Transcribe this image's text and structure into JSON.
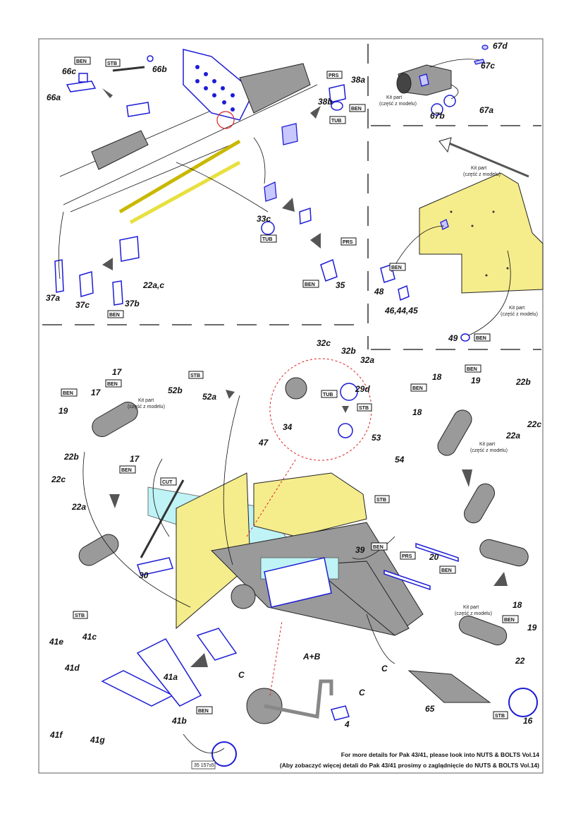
{
  "footer": {
    "note_en": "For more details for Pak 43/41, please look into NUTS & BOLTS Vol.14",
    "note_pl": "(Aby zobaczyć więcej detali do Pak 43/41 prosimy o zaglądnięcie do NUTS & BOLTS Vol.14)",
    "code": "35 157s5"
  },
  "kit_part": {
    "en": "Kit part",
    "pl": "(część z modelu)"
  },
  "tags": {
    "ben": "BEN",
    "stb": "STB",
    "tub": "TUB",
    "prs": "PRS",
    "cut": "CUT"
  },
  "parts": {
    "p66c": "66c",
    "p66b": "66b",
    "p66a": "66a",
    "p38a": "38a",
    "p38b": "38b",
    "p33c": "33c",
    "p35": "35",
    "p37a": "37a",
    "p37c": "37c",
    "p37b": "37b",
    "p22ac": "22a,c",
    "p67d": "67d",
    "p67c": "67c",
    "p67a": "67a",
    "p67b": "67b",
    "p48": "48",
    "p464445": "46,44,45",
    "p49": "49",
    "p32c": "32c",
    "p32b": "32b",
    "p32a": "32a",
    "p29d": "29d",
    "p34": "34",
    "p52b": "52b",
    "p52a": "52a",
    "p17": "17",
    "p19": "19",
    "p22b": "22b",
    "p22c": "22c",
    "p22a": "22a",
    "p47": "47",
    "p53": "53",
    "p54": "54",
    "p30": "30",
    "p39": "39",
    "p20": "20",
    "p18": "18",
    "p22": "22",
    "p16": "16",
    "p41c": "41c",
    "p41e": "41e",
    "p41d": "41d",
    "p41a": "41a",
    "p41b": "41b",
    "p41f": "41f",
    "p41g": "41g",
    "pAB": "A+B",
    "pC": "C",
    "p4": "4",
    "p65": "65"
  }
}
